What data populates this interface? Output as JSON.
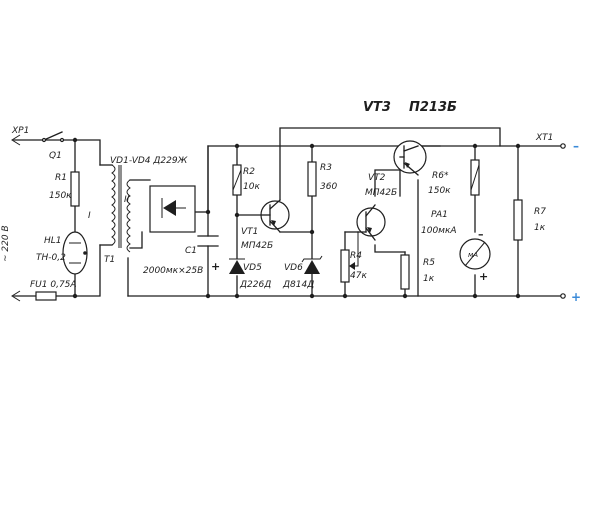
{
  "labels": {
    "vt3_ref": "VT3",
    "vt3_type": "П213Б",
    "xp1": "XP1",
    "xt1": "XT1",
    "q1": "Q1",
    "r1_ref": "R1",
    "r1_val": "150к",
    "hl1_ref": "HL1",
    "hl1_type": "ТН-0,2",
    "fu1": "FU1 0,75А",
    "mains": "~ 220 В",
    "vd_bridge": "VD1-VD4 Д229Ж",
    "t1": "T1",
    "winding_1": "I",
    "winding_2": "II",
    "c1_ref": "C1",
    "c1_val": "2000мк×25В",
    "c1_plus": "+",
    "r2_ref": "R2",
    "r2_val": "10к",
    "r3_ref": "R3",
    "r3_val": "360",
    "vt1_ref": "VT1",
    "vt1_type": "МП42Б",
    "vd5_ref": "VD5",
    "vd5_type": "Д226Д",
    "vd6_ref": "VD6",
    "vd6_type": "Д814Д",
    "r4_ref": "R4",
    "r4_val": "47к",
    "vt2_ref": "VT2",
    "vt2_type": "МП42Б",
    "r5_ref": "R5",
    "r5_val": "1к",
    "r6_ref": "R6*",
    "r6_val": "150к",
    "pa1_ref": "PA1",
    "pa1_val": "100мкА",
    "pa1_minus": "–",
    "pa1_plus": "+",
    "meter_symbol": "мА",
    "r7_ref": "R7",
    "r7_val": "1к",
    "out_minus": "–",
    "out_plus": "+"
  }
}
